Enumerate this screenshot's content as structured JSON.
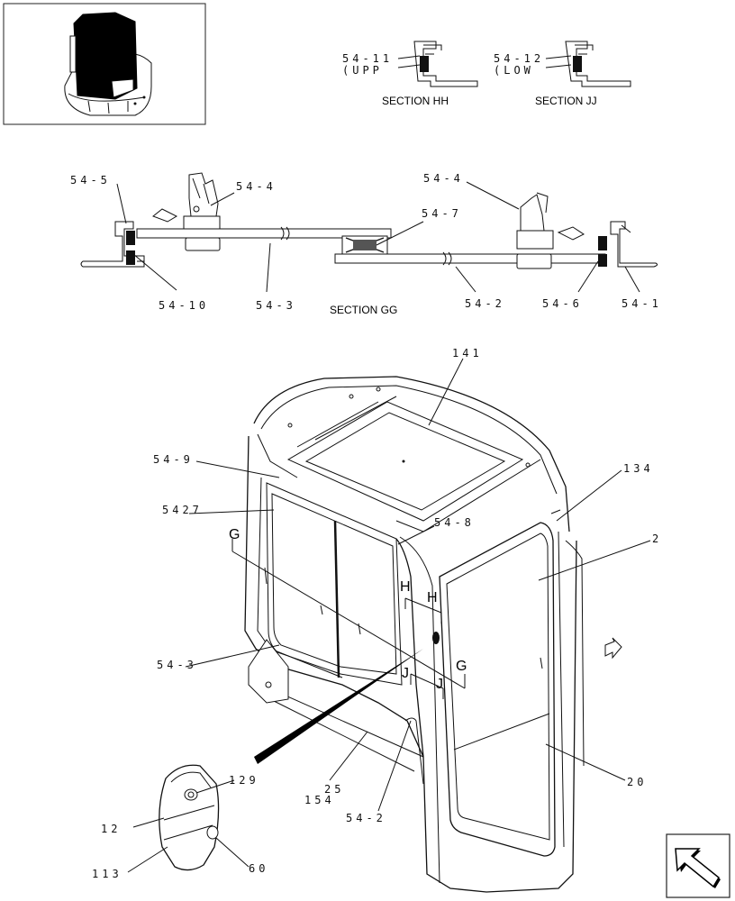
{
  "sections": {
    "hh": {
      "title": "SECTION HH",
      "ref": "54-11",
      "note": "(UPP"
    },
    "jj": {
      "title": "SECTION JJ",
      "ref": "54-12",
      "note": "(LOW"
    },
    "gg": {
      "title": "SECTION GG"
    }
  },
  "section_markers": {
    "g1": "G",
    "g2": "G",
    "h1": "H",
    "h2": "H",
    "j1": "J",
    "j2": "J"
  },
  "callouts": {
    "c54_5": "54-5",
    "c54_4a": "54-4",
    "c54_4b": "54-4",
    "c54_7": "54-7",
    "c54_10": "54-10",
    "c54_3a": "54-3",
    "c54_2a": "54-2",
    "c54_6": "54-6",
    "c54_1": "54-1",
    "c141": "141",
    "c54_9": "54-9",
    "c134": "134",
    "c5427": "5427",
    "c54_8": "54-8",
    "c2": "2",
    "c54_3b": "54-3",
    "c129": "129",
    "c25": "25",
    "c154": "154",
    "c20": "20",
    "c12": "12",
    "c113": "113",
    "c60": "60",
    "c54_2b": "54-2"
  },
  "icons": [
    "cab-thumbnail-icon",
    "nav-arrow-icon",
    "small-arrow-icon"
  ]
}
